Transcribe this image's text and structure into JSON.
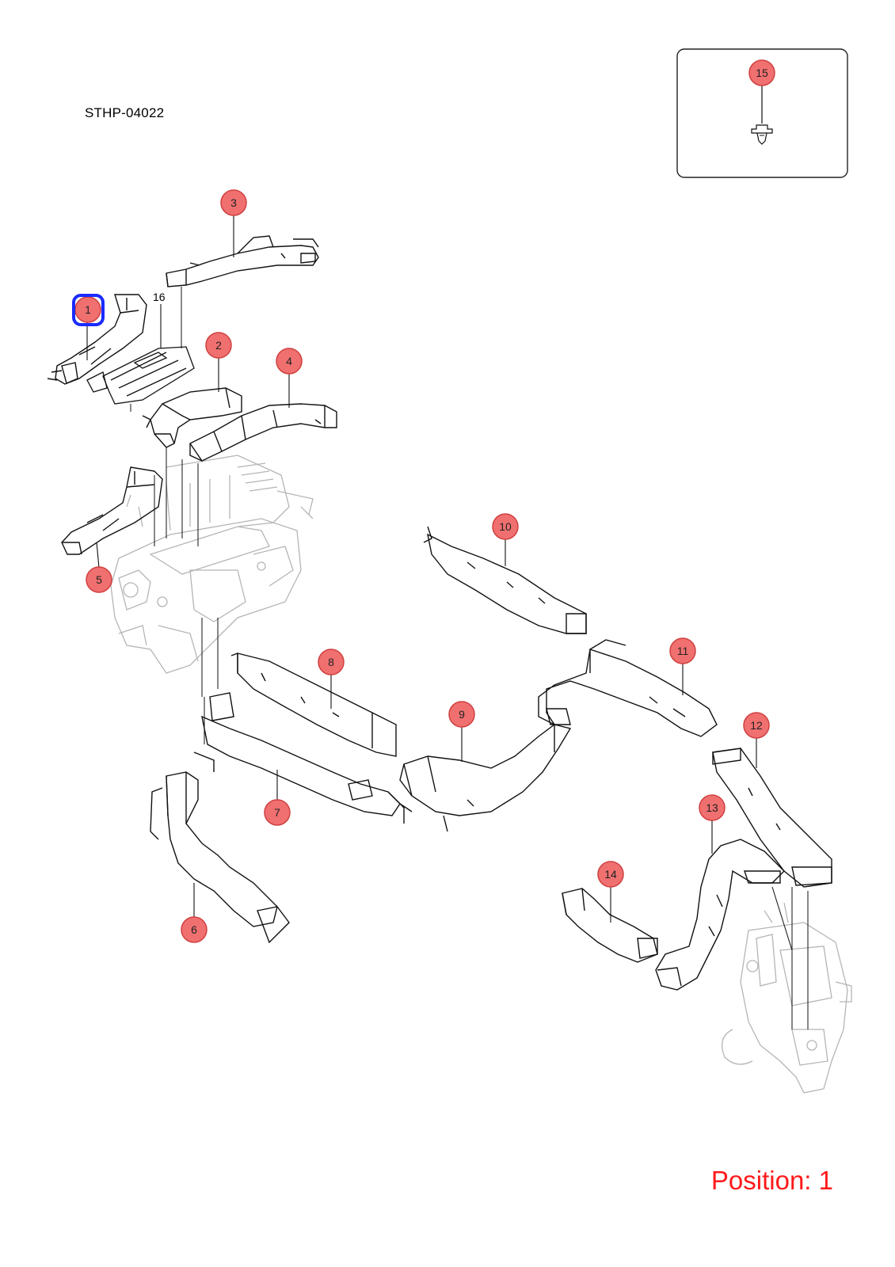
{
  "diagram": {
    "code": "STHP-04022",
    "position_label": "Position: 1",
    "selected_part": "1",
    "colors": {
      "callout_fill": "#f07070",
      "callout_stroke": "#d04040",
      "highlight": "#1a2aff",
      "position_text": "#ff1a1a",
      "line": "#111111",
      "faded": "#b0b0b0"
    },
    "inset_part": "15",
    "plain_label": "16",
    "callouts": [
      "1",
      "2",
      "3",
      "4",
      "5",
      "6",
      "7",
      "8",
      "9",
      "10",
      "11",
      "12",
      "13",
      "14",
      "15"
    ]
  }
}
